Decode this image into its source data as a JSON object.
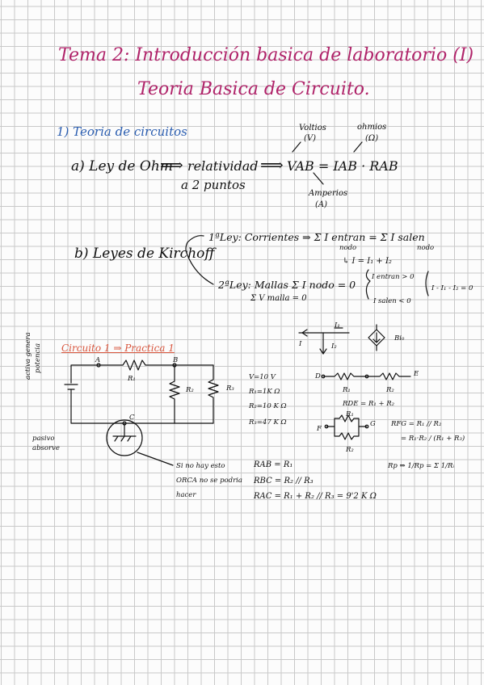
{
  "header": {
    "title_line1": "Tema 2: Introducción basica de laboratorio (I)",
    "title_line2": "Teoria Basica de Circuito."
  },
  "section1": {
    "heading": "1) Teoria de circuitos",
    "ohm": {
      "label": "a) Ley de Ohm",
      "relatividad": "relatividad",
      "a_dos_puntos": "a 2 puntos",
      "formula": "VAB = IAB · RAB",
      "voltios": "Voltios",
      "voltios_unit": "(V)",
      "ohmios": "ohmios",
      "ohmios_unit": "(Ω)",
      "amperios": "Amperios",
      "amperios_unit": "(A)"
    },
    "kirchhoff": {
      "label": "b) Leyes de Kirchoff",
      "ley1": "1ªLey: Corrientes ⇒ Σ I entran = Σ I salen",
      "nodo_a": "nodo",
      "nodo_b": "nodo",
      "ley1_eq": "↳ I = I₁ + I₂",
      "ley2": "2ªLey: Mallas  Σ I nodo = 0",
      "ley2_b": "Σ V malla = 0",
      "entran": "I entran > 0",
      "salen": "I salen < 0",
      "result": "I - I₁ - I₂ = 0"
    }
  },
  "circuit": {
    "heading": "Circuito 1 ⇒ Practica 1",
    "node_a": "A",
    "node_b": "B",
    "node_c": "C",
    "r1": "R₁",
    "r2": "R₂",
    "r3": "R₃",
    "side_label_1": "activa genera",
    "side_label_2": "potencia",
    "pasivo": "pasivo",
    "absorve": "absorve",
    "note_line1": "Si no hay esto",
    "note_line2": "ORCA no se podria",
    "note_line3": "hacer",
    "values": [
      "V=10 V",
      "R₁=1K Ω",
      "R₂=10 K Ω",
      "R₃=47 K Ω"
    ],
    "equivalents": [
      "RAB = R₁",
      "RBC = R₂ // R₃",
      "RAC = R₁ + R₂ // R₃ = 9'2 K Ω"
    ]
  },
  "sidebar_diagrams": {
    "current_i": "I",
    "current_i1": "I₁",
    "current_i2": "I₂",
    "source_label": "Bi₀",
    "series_d": "D",
    "series_e": "E",
    "series_r1": "R₁",
    "series_r2": "R₂",
    "series_eq": "RDE = R₁ + R₂",
    "parallel_f": "F",
    "parallel_g": "G",
    "parallel_r1": "R₁",
    "parallel_r2": "R₂",
    "parallel_eq1": "RFG = R₁ // R₂",
    "parallel_eq2": "= R₁·R₂ / (R₁ + R₃)",
    "rp_formula": "Rp ⇒ 1/Rp = Σ 1/Rᵢ"
  }
}
